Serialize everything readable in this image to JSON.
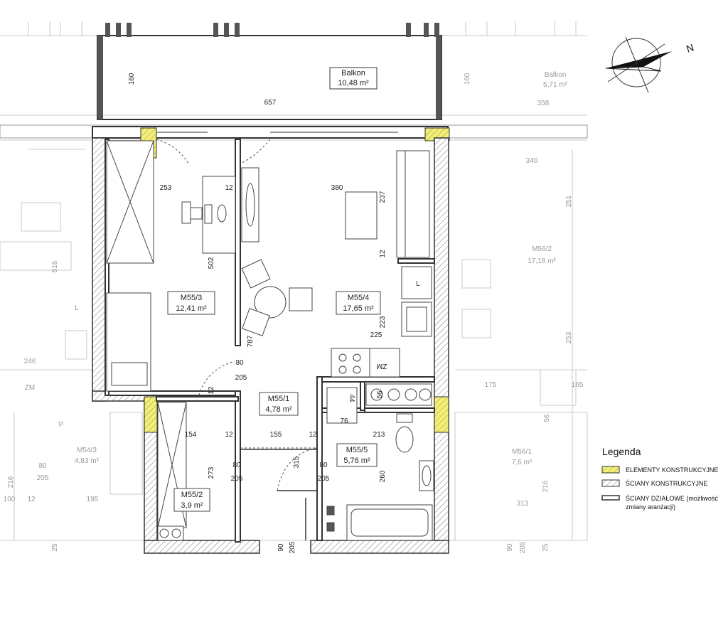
{
  "rooms": [
    {
      "id": "M55/3",
      "area": "12,41 m²"
    },
    {
      "id": "M55/4",
      "area": "17,65 m²"
    },
    {
      "id": "M55/1",
      "area": "4,78 m²"
    },
    {
      "id": "M55/2",
      "area": "3,9 m²"
    },
    {
      "id": "M55/5",
      "area": "5,76 m²"
    }
  ],
  "balcony": {
    "name": "Balkon",
    "area": "10,48 m²"
  },
  "neighbors": [
    {
      "id": "Balkon",
      "area": "5,71 m²"
    },
    {
      "id": "M56/2",
      "area": "17,18 m²"
    },
    {
      "id": "M56/1",
      "area": "7,6 m²"
    },
    {
      "id": "M54/3",
      "area": "4,83 m²"
    }
  ],
  "dims": {
    "balcony_width": "657",
    "balcony_depth": "160",
    "balcony_depth_r": "160",
    "bed_w": "253",
    "wall_12a": "12",
    "living_w": "380",
    "living_d": "237",
    "wall_12b": "12",
    "height_502": "502",
    "living_223": "223",
    "living_225": "225",
    "total_787": "787",
    "door_80a": "80",
    "door_205a": "205",
    "wall_12c": "12",
    "hall_154": "154",
    "wall_12d": "12",
    "hall_155": "155",
    "wall_12e": "12",
    "bath_213": "213",
    "hall_273": "273",
    "hall_315": "315",
    "door_80b": "80",
    "door_205b": "205",
    "door_80c": "80",
    "door_205c": "205",
    "bath_260": "260",
    "door_90": "90",
    "door_205d": "205",
    "dim_44": "44",
    "dim_56": "56",
    "dim_76": "76",
    "zm": "ZM",
    "fridge_l": "L",
    "n358": "358",
    "n340": "340",
    "n251": "251",
    "n253": "253",
    "n175": "175",
    "n165": "165",
    "n56": "56",
    "n216r": "216",
    "n313": "313",
    "n90r": "90",
    "n205r": "205",
    "n25r": "25",
    "n516": "516",
    "nL": "L",
    "n246": "246",
    "nZM": "ZM",
    "nP": "P",
    "n80l": "80",
    "n205l": "205",
    "n216l": "216",
    "n100": "100",
    "n12l": "12",
    "n195": "195",
    "n25l": "25"
  },
  "compass": {
    "label": "N"
  },
  "legend": {
    "title": "Legenda",
    "items": [
      {
        "label": "ELEMENTY KONSTRUKCYJNE"
      },
      {
        "label": "ŚCIANY KONSTRUKCYJNE"
      },
      {
        "label": "ŚCIANY DZIAŁOWE (możliwość",
        "label2": "zmiany aranżacji)"
      }
    ]
  },
  "colors": {
    "structural": "#f2ee7a",
    "wall": "#333333",
    "dim_line": "#2a8fd0"
  }
}
